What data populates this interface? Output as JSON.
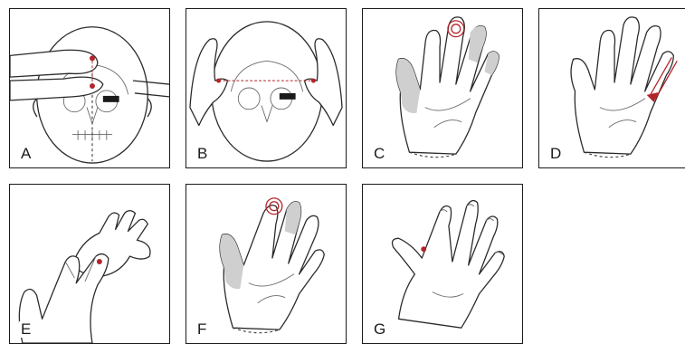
{
  "panels": [
    {
      "label": "A"
    },
    {
      "label": "B"
    },
    {
      "label": "C"
    },
    {
      "label": "D"
    },
    {
      "label": "E"
    },
    {
      "label": "F"
    },
    {
      "label": "G"
    }
  ],
  "colors": {
    "line": "#2a2a2a",
    "accent_red": "#b3242a",
    "shading": "#cfcfcf"
  },
  "icons": [
    "head-skull-overlay",
    "hands-on-head",
    "palm-with-fingers",
    "hand-held-by-fingers",
    "back-of-hand"
  ]
}
